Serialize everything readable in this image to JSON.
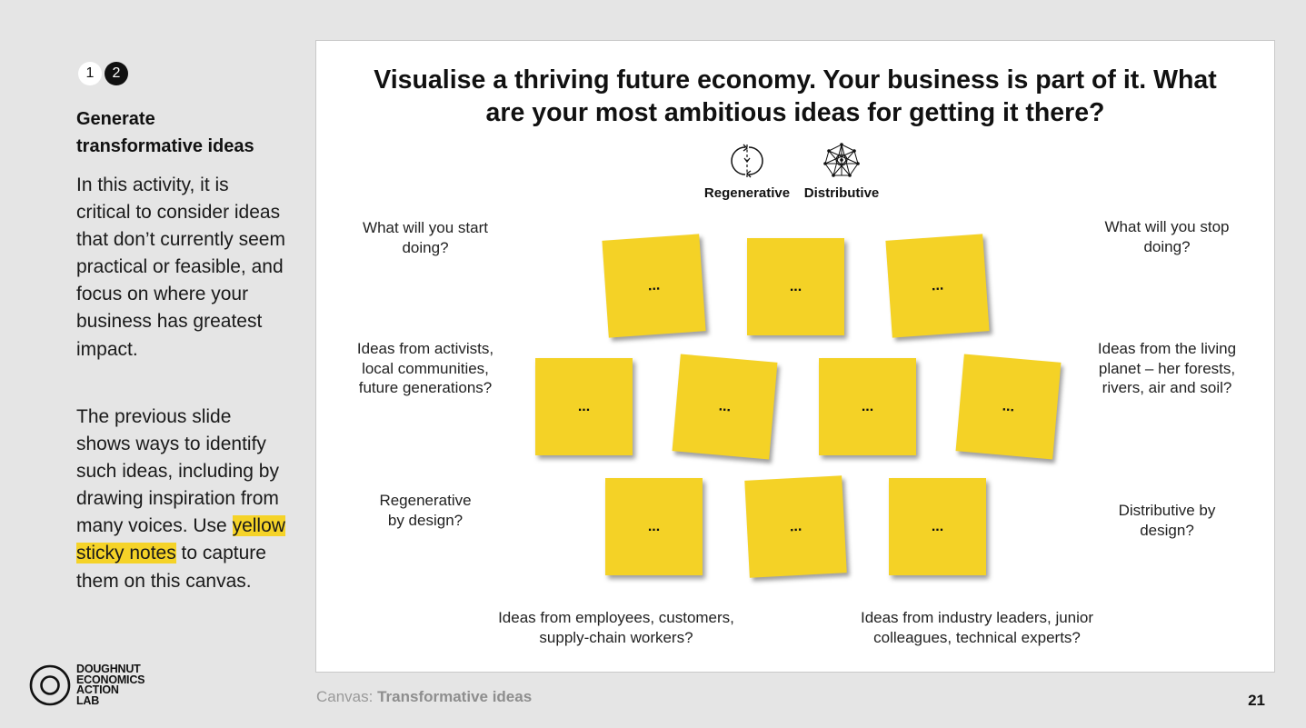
{
  "steps": [
    {
      "label": "1",
      "active": false
    },
    {
      "label": "2",
      "active": true
    }
  ],
  "sidebar": {
    "title": "Generate transformative ideas",
    "para1": "In this activity, it is critical to consider ideas that don’t currently seem practical or feasible, and focus on where your business has greatest impact.",
    "para2_before": "The previous slide shows ways to identify such ideas, including by drawing inspiration from many voices. Use ",
    "para2_highlight": "yellow sticky notes",
    "para2_after": " to capture them on this canvas.",
    "highlight_color": "#f5d328"
  },
  "logo": {
    "icon": "doughnut-logo-icon",
    "lines": [
      "DOUGHNUT",
      "ECONOMICS",
      "ACTION",
      "LAB"
    ]
  },
  "canvas": {
    "title": "Visualise a thriving future economy. Your business is part of it. What are your most ambitious ideas for getting it there?",
    "legend": [
      {
        "label": "Regenerative",
        "icon": "regenerative-loop-icon"
      },
      {
        "label": "Distributive",
        "icon": "distributive-network-icon"
      }
    ],
    "prompts": {
      "start": "What will you start doing?",
      "stop": "What will you stop doing?",
      "activists": "Ideas from activists, local communities, future generations?",
      "living_planet": "Ideas from the living planet – her forests, rivers, air and soil?",
      "regen_design": "Regenerative by design?",
      "dist_design": "Distributive by design?",
      "employees": "Ideas from employees, customers, supply-chain workers?",
      "industry": "Ideas from industry leaders, junior colleagues, technical experts?"
    },
    "notes": [
      "...",
      "...",
      "...",
      "...",
      "...",
      "...",
      "...",
      "...",
      "...",
      "..."
    ],
    "note_color": "#f4d226"
  },
  "footer": {
    "caption_prefix": "Canvas: ",
    "caption_bold": "Transformative ideas",
    "page": "21"
  }
}
